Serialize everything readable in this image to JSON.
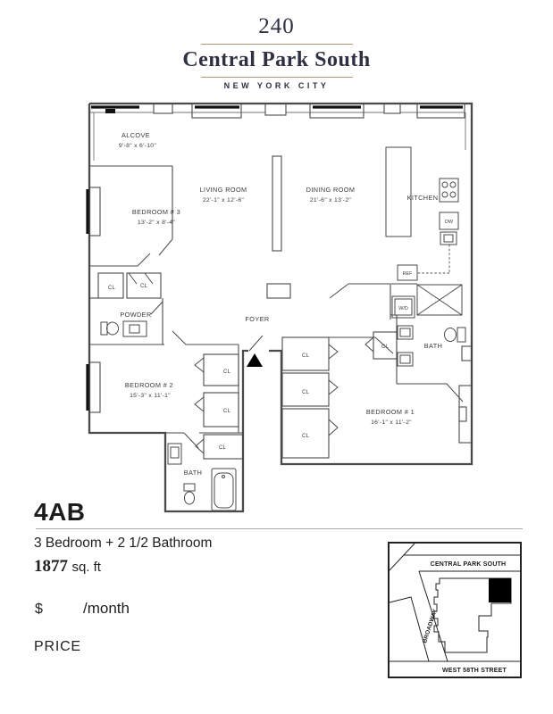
{
  "header": {
    "address_number": "240",
    "address_name": "Central Park South",
    "city": "NEW YORK CITY"
  },
  "plan": {
    "closet_label": "CL",
    "appliances": {
      "washer_dryer": "W/D",
      "refrigerator": "REF",
      "dishwasher": "DW"
    },
    "rooms": {
      "alcove": {
        "name": "ALCOVE",
        "dims": "9'-8\" x 6'-10\""
      },
      "bedroom3": {
        "name": "BEDROOM # 3",
        "dims": "13'-2\" x 8'-4\""
      },
      "living": {
        "name": "LIVING ROOM",
        "dims": "22'-1\" x 12'-6\""
      },
      "dining": {
        "name": "DINING ROOM",
        "dims": "21'-6\" x 13'-2\""
      },
      "kitchen": {
        "name": "KITCHEN"
      },
      "powder": {
        "name": "POWDER"
      },
      "foyer": {
        "name": "FOYER"
      },
      "bedroom2": {
        "name": "BEDROOM # 2",
        "dims": "15'-3\" x 11'-1\""
      },
      "bedroom1": {
        "name": "BEDROOM # 1",
        "dims": "16'-1\" x 11'-2\""
      },
      "bath_master": {
        "name": "BATH"
      },
      "bath_second": {
        "name": "BATH"
      }
    }
  },
  "listing": {
    "unit": "4AB",
    "layout": "3 Bedroom + 2 1/2 Bathroom",
    "area_value": "1877",
    "area_unit": "sq. ft",
    "currency_symbol": "$",
    "price_period": "/month",
    "price_label": "PRICE"
  },
  "map": {
    "street_top": "CENTRAL PARK SOUTH",
    "street_diagonal": "BROADWAY",
    "street_bottom": "WEST 58TH STREET"
  }
}
